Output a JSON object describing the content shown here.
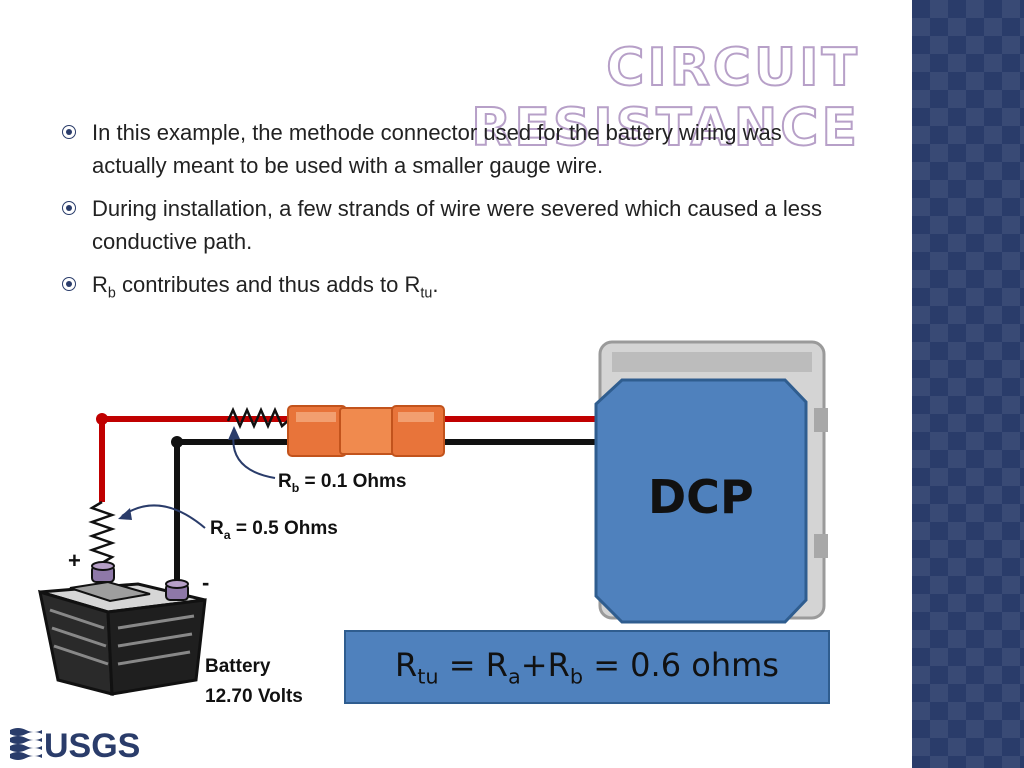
{
  "title": "Circuit Resistance",
  "bullets": [
    {
      "text": "In this example, the methode connector used for the battery wiring was actually meant to be used with a smaller gauge wire."
    },
    {
      "text": "During installation, a few strands of wire were severed which caused a less conductive path."
    },
    {
      "r": "R",
      "r_sub": "b",
      "middle": " contributes and thus adds to R",
      "end_sub": "tu",
      "end": "."
    }
  ],
  "diagram": {
    "rb_label": {
      "r": "R",
      "sub": "b",
      "rest": " = 0.1 Ohms"
    },
    "ra_label": {
      "r": "R",
      "sub": "a",
      "rest": " = 0.5 Ohms"
    },
    "plus": "+",
    "minus": "-",
    "dcp_label": "DCP",
    "battery_line1": "Battery",
    "battery_line2": "12.70 Volts",
    "colors": {
      "positive_wire": "#c00000",
      "negative_wire": "#111111",
      "dcp_fill": "#4f81bd",
      "connector": "#e8743a"
    }
  },
  "formula": {
    "rtu": "R",
    "rtu_sub": "tu",
    "eq1": " = R",
    "a_sub": "a",
    "plus": "+R",
    "b_sub": "b",
    "eq2": " = 0.6 ohms"
  },
  "logo_text": "USGS"
}
